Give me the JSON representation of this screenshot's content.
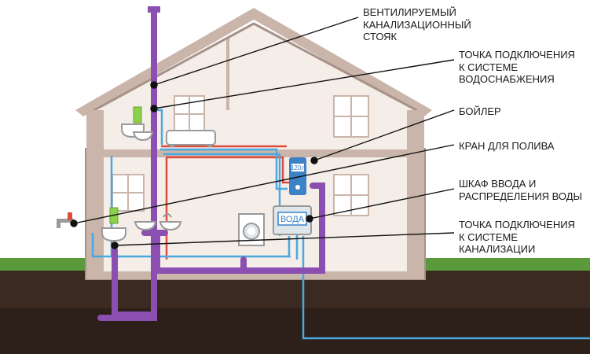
{
  "colors": {
    "house_wall": "#f3ece6",
    "house_outline": "#a79188",
    "roof": "#cbb8ae",
    "ground": "#3a2a22",
    "grass": "#5a9a3a",
    "sewer_pipe": "#8a4fb0",
    "cold_water": "#4aa8e0",
    "hot_water": "#e04a3a",
    "window_frame": "#ffffff",
    "window_glass": "#dfe6ea"
  },
  "callouts": [
    {
      "id": "vent-stack",
      "text": "ВЕНТИЛИРУЕМЫЙ\nКАНАЛИЗАЦИОННЫЙ\nСТОЯК"
    },
    {
      "id": "water-connection",
      "text": "ТОЧКА ПОДКЛЮЧЕНИЯ\nК СИСТЕМЕ\nВОДОСНАБЖЕНИЯ"
    },
    {
      "id": "boiler",
      "text": "БОЙЛЕР"
    },
    {
      "id": "garden-tap",
      "text": "КРАН ДЛЯ ПОЛИВА"
    },
    {
      "id": "inlet-cabinet",
      "text": "ШКАФ ВВОДА И\nРАСПРЕДЕЛЕНИЯ ВОДЫ"
    },
    {
      "id": "sewer-connection",
      "text": "ТОЧКА ПОДКЛЮЧЕНИЯ\nК СИСТЕМЕ\nКАНАЛИЗАЦИИ"
    }
  ],
  "boiler_tag": "120л",
  "cabinet_tag": "ВОДА"
}
